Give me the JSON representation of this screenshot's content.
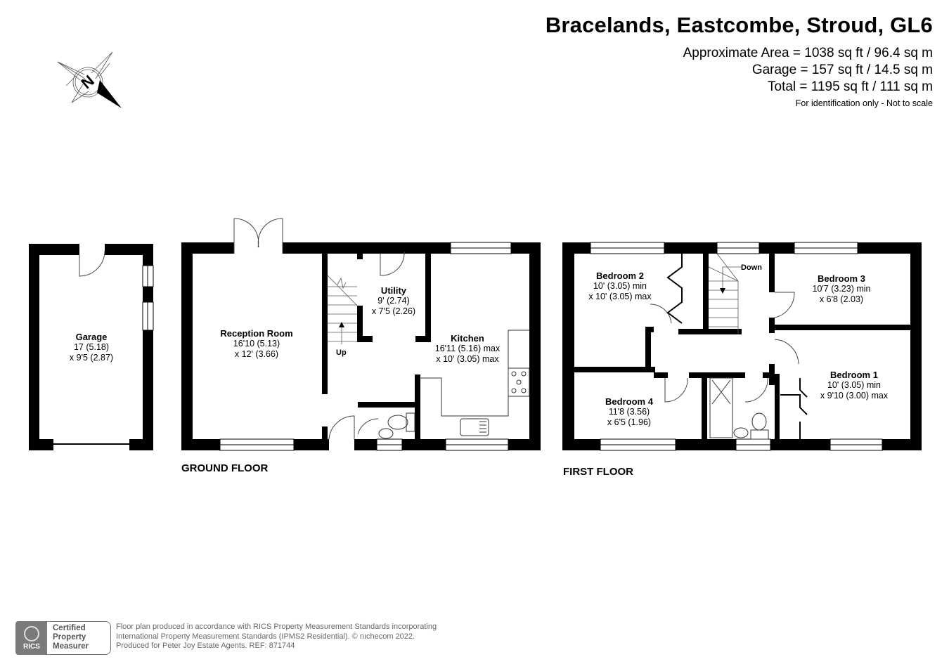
{
  "header": {
    "title": "Bracelands, Eastcombe, Stroud, GL6",
    "areas": [
      "Approximate Area = 1038 sq ft / 96.4 sq m",
      "Garage = 157 sq ft / 14.5 sq m",
      "Total = 1195 sq ft / 111 sq m"
    ],
    "note": "For identification only - Not to scale"
  },
  "compass": {
    "icon": "north-compass-icon",
    "letter": "N"
  },
  "garage": {
    "name": "Garage",
    "dim1": "17 (5.18)",
    "dim2": "x 9'5 (2.87)"
  },
  "ground_floor": {
    "label": "GROUND FLOOR",
    "stairs_label": "Up",
    "rooms": [
      {
        "name": "Reception Room",
        "dim1": "16'10 (5.13)",
        "dim2": "x 12' (3.66)"
      },
      {
        "name": "Utility",
        "dim1": "9' (2.74)",
        "dim2": "x 7'5 (2.26)"
      },
      {
        "name": "Kitchen",
        "dim1": "16'11 (5.16) max",
        "dim2": "x 10' (3.05) max"
      }
    ]
  },
  "first_floor": {
    "label": "FIRST FLOOR",
    "stairs_label": "Down",
    "rooms": [
      {
        "name": "Bedroom 2",
        "dim1": "10' (3.05) min",
        "dim2": "x 10' (3.05) max"
      },
      {
        "name": "Bedroom 3",
        "dim1": "10'7 (3.23) min",
        "dim2": "x 6'8 (2.03)"
      },
      {
        "name": "Bedroom 1",
        "dim1": "10' (3.05) min",
        "dim2": "x 9'10 (3.00) max"
      },
      {
        "name": "Bedroom 4",
        "dim1": "11'8 (3.56)",
        "dim2": "x 6'5 (1.96)"
      }
    ]
  },
  "footer": {
    "badge_logo": "RICS",
    "badge_lines": [
      "Certified",
      "Property",
      "Measurer"
    ],
    "lines": [
      "Floor plan produced in accordance with RICS Property Measurement Standards incorporating",
      "International Property Measurement Standards (IPMS2 Residential).   © nıchecom 2022.",
      "Produced for Peter Joy Estate Agents.   REF:  871744"
    ]
  }
}
